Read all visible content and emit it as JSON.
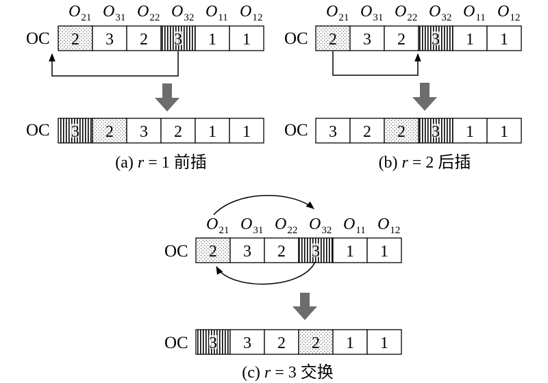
{
  "colors": {
    "arrow_fill": "#6d6d6d",
    "stroke": "#000000"
  },
  "panels": [
    {
      "id": "a",
      "caption": {
        "prefix": "(a) ",
        "var": "r",
        "suffix": " = 1 前插"
      },
      "move": "insert-before",
      "operation_headers": [
        {
          "main": "O",
          "sub": "21"
        },
        {
          "main": "O",
          "sub": "31"
        },
        {
          "main": "O",
          "sub": "22"
        },
        {
          "main": "O",
          "sub": "32"
        },
        {
          "main": "O",
          "sub": "11"
        },
        {
          "main": "O",
          "sub": "12"
        }
      ],
      "before": {
        "label": "OC",
        "cells": [
          {
            "value": "2",
            "pattern": "dots"
          },
          {
            "value": "3",
            "pattern": "none"
          },
          {
            "value": "2",
            "pattern": "none"
          },
          {
            "value": "3",
            "pattern": "lines"
          },
          {
            "value": "1",
            "pattern": "none"
          },
          {
            "value": "1",
            "pattern": "none"
          }
        ]
      },
      "after": {
        "label": "OC",
        "cells": [
          {
            "value": "3",
            "pattern": "lines"
          },
          {
            "value": "2",
            "pattern": "dots"
          },
          {
            "value": "3",
            "pattern": "none"
          },
          {
            "value": "2",
            "pattern": "none"
          },
          {
            "value": "1",
            "pattern": "none"
          },
          {
            "value": "1",
            "pattern": "none"
          }
        ]
      }
    },
    {
      "id": "b",
      "caption": {
        "prefix": "(b) ",
        "var": "r",
        "suffix": " = 2 后插"
      },
      "move": "insert-after",
      "operation_headers": [
        {
          "main": "O",
          "sub": "21"
        },
        {
          "main": "O",
          "sub": "31"
        },
        {
          "main": "O",
          "sub": "22"
        },
        {
          "main": "O",
          "sub": "32"
        },
        {
          "main": "O",
          "sub": "11"
        },
        {
          "main": "O",
          "sub": "12"
        }
      ],
      "before": {
        "label": "OC",
        "cells": [
          {
            "value": "2",
            "pattern": "dots"
          },
          {
            "value": "3",
            "pattern": "none"
          },
          {
            "value": "2",
            "pattern": "none"
          },
          {
            "value": "3",
            "pattern": "lines"
          },
          {
            "value": "1",
            "pattern": "none"
          },
          {
            "value": "1",
            "pattern": "none"
          }
        ]
      },
      "after": {
        "label": "OC",
        "cells": [
          {
            "value": "3",
            "pattern": "none"
          },
          {
            "value": "2",
            "pattern": "none"
          },
          {
            "value": "2",
            "pattern": "dots"
          },
          {
            "value": "3",
            "pattern": "lines"
          },
          {
            "value": "1",
            "pattern": "none"
          },
          {
            "value": "1",
            "pattern": "none"
          }
        ]
      }
    },
    {
      "id": "c",
      "caption": {
        "prefix": "(c) ",
        "var": "r",
        "suffix": " = 3 交换"
      },
      "move": "swap",
      "operation_headers": [
        {
          "main": "O",
          "sub": "21"
        },
        {
          "main": "O",
          "sub": "31"
        },
        {
          "main": "O",
          "sub": "22"
        },
        {
          "main": "O",
          "sub": "32"
        },
        {
          "main": "O",
          "sub": "11"
        },
        {
          "main": "O",
          "sub": "12"
        }
      ],
      "before": {
        "label": "OC",
        "cells": [
          {
            "value": "2",
            "pattern": "dots"
          },
          {
            "value": "3",
            "pattern": "none"
          },
          {
            "value": "2",
            "pattern": "none"
          },
          {
            "value": "3",
            "pattern": "lines"
          },
          {
            "value": "1",
            "pattern": "none"
          },
          {
            "value": "1",
            "pattern": "none"
          }
        ]
      },
      "after": {
        "label": "OC",
        "cells": [
          {
            "value": "3",
            "pattern": "lines"
          },
          {
            "value": "3",
            "pattern": "none"
          },
          {
            "value": "2",
            "pattern": "none"
          },
          {
            "value": "2",
            "pattern": "dots"
          },
          {
            "value": "1",
            "pattern": "none"
          },
          {
            "value": "1",
            "pattern": "none"
          }
        ]
      }
    }
  ]
}
